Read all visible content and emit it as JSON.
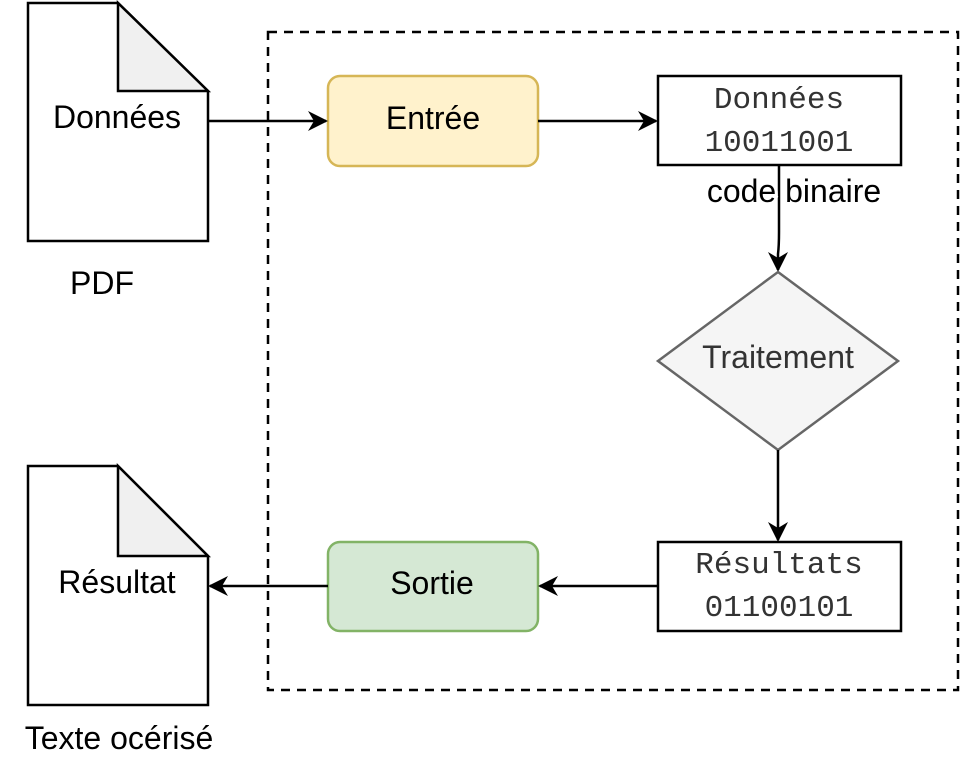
{
  "input_doc": {
    "label": "Données",
    "caption": "PDF"
  },
  "input_box": {
    "label": "Entrée"
  },
  "data_box": {
    "line1": "Données",
    "line2": "10011001",
    "caption": "code binaire"
  },
  "process": {
    "label": "Traitement"
  },
  "result_box": {
    "line1": "Résultats",
    "line2": "01100101"
  },
  "output_box": {
    "label": "Sortie"
  },
  "output_doc": {
    "label": "Résultat",
    "caption": "Texte océrisé"
  },
  "colors": {
    "input_fill": "#fff2cc",
    "input_stroke": "#d6b656",
    "output_fill": "#d5e8d4",
    "output_stroke": "#82b366",
    "process_fill": "#f5f5f5",
    "process_stroke": "#666666",
    "doc_fold_fill": "#f0f0f0"
  }
}
